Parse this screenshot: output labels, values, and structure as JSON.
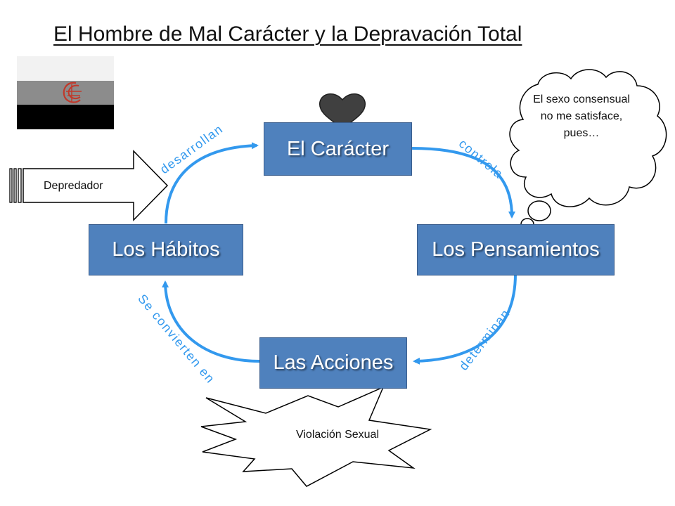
{
  "title": "El Hombre de Mal Carácter y la Depravación Total",
  "nodes": {
    "caracter": "El Carácter",
    "pensamientos": "Los Pensamientos",
    "acciones": "Las Acciones",
    "habitos": "Los Hábitos"
  },
  "edges": {
    "controla": "controla",
    "determinan": "determinan",
    "se_convierten_en": "Se convierten en",
    "desarrollan": "desarrollan"
  },
  "callouts": {
    "depredador": "Depredador",
    "thought": "El sexo consensual no me satisface, pues…",
    "violacion": "Violación Sexual"
  },
  "icons": {
    "heart": "heart-icon",
    "flag": "flag-image"
  },
  "colors": {
    "node_fill": "#4f81bd",
    "arrow": "#3399ee",
    "heart": "#404040",
    "flag_top": "#f2f2f2",
    "flag_mid": "#8c8c8c",
    "flag_bottom": "#000000"
  }
}
